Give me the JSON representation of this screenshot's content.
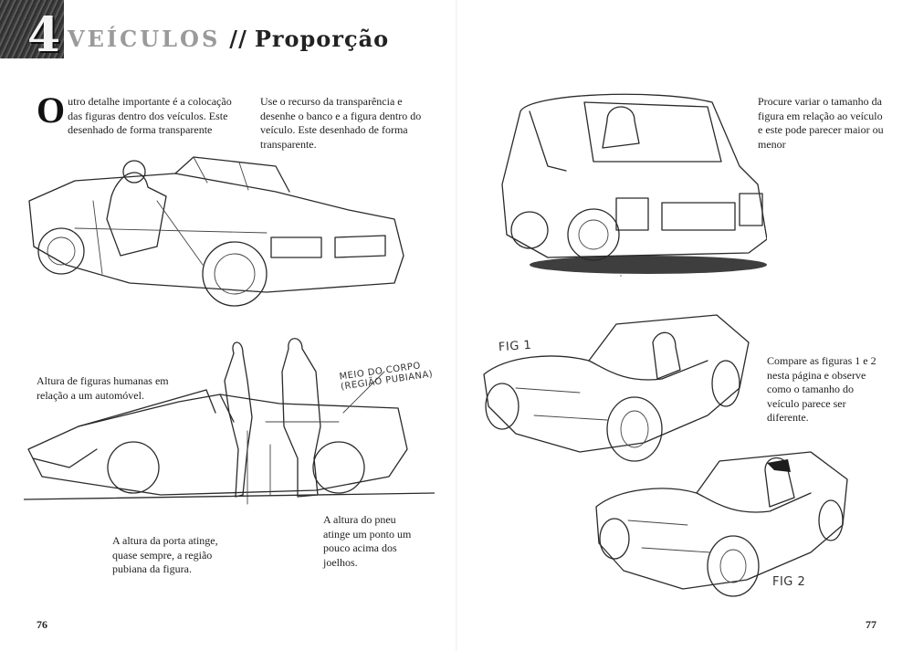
{
  "header": {
    "chapter_number": "4",
    "section": "VEÍCULOS",
    "separator": "//",
    "title": "Proporção"
  },
  "left_page": {
    "intro_dropcap": "O",
    "intro_text": "utro detalhe importante é a colocação das figuras dentro dos veículos. Este desenhado de forma transparente",
    "transparency_text": "Use o recurso da transparência e desenhe o banco e a figura dentro do veículo. Este desenhado de forma transparente.",
    "heights_caption": "Altura de figuras humanas em relação a um automóvel.",
    "body_middle_label": "MEIO DO CORPO (REGIÃO PUBIANA)",
    "door_caption": "A altura da porta atinge, quase sempre, a região pubiana da figura.",
    "tire_caption": "A altura do pneu atinge um ponto um pouco acima dos joelhos.",
    "page_number": "76"
  },
  "right_page": {
    "vary_size_text": "Procure variar o tamanho da figura em relação ao veículo e este pode parecer maior ou menor",
    "compare_text": "Compare as figuras 1 e 2 nesta página e observe como o tamanho do veículo parece ser diferente.",
    "fig1_label": "FIG 1",
    "fig2_label": "FIG 2",
    "page_number": "77"
  }
}
